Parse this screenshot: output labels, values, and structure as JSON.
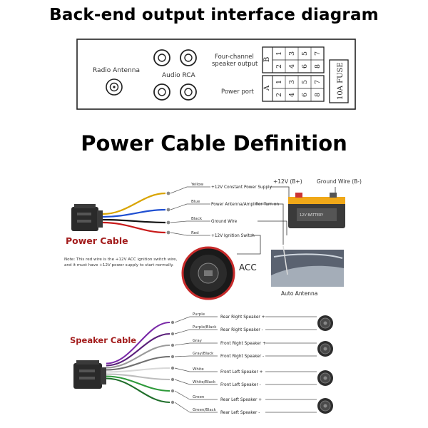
{
  "titles": {
    "top": "Back-end output interface diagram",
    "middle": "Power Cable Definition"
  },
  "interface": {
    "radio_antenna": "Radio Antenna",
    "audio_rca": "Audio RCA",
    "four_channel_line1": "Four-channel",
    "four_channel_line2": "speaker output",
    "power_port": "Power port",
    "block_b_label": "B",
    "block_a_label": "A",
    "block_b_pins_top": [
      "1",
      "3",
      "5",
      "7"
    ],
    "block_b_pins_bottom": [
      "2",
      "4",
      "6",
      "8"
    ],
    "block_a_pins_top": [
      "1",
      "3",
      "5",
      "7"
    ],
    "block_a_pins_bottom": [
      "2",
      "4",
      "6",
      "8"
    ],
    "fuse_label": "10A FUSE"
  },
  "power_cable": {
    "label": "Power Cable",
    "wires": [
      {
        "color_name": "Yellow",
        "function": "+12V Constant Power Supply",
        "color": "#d9a400"
      },
      {
        "color_name": "Blue",
        "function": "Power Antenna/Amplifier Turn on",
        "color": "#1f4fd1"
      },
      {
        "color_name": "Black",
        "function": "Ground Wire",
        "color": "#111111"
      },
      {
        "color_name": "Red",
        "function": "+12V Ignition Switch",
        "color": "#c81a1a"
      }
    ],
    "note_line1": "Note: This red wire is the +12V ACC ignition switch wire,",
    "note_line2": "and it must have +12V power supply to start normally.",
    "battery_plus": "+12V (B+)",
    "ground_wire": "Ground Wire (B-)",
    "acc": "ACC",
    "auto_antenna": "Auto Antenna"
  },
  "speaker_cable": {
    "label": "Speaker Cable",
    "wires": [
      {
        "color_name": "Purple",
        "function": "Rear Right Speaker +",
        "color": "#7a2aa8"
      },
      {
        "color_name": "Purple/Black",
        "function": "Rear Right Speaker -",
        "color": "#5a1f7a"
      },
      {
        "color_name": "Gray",
        "function": "Front Right Speaker +",
        "color": "#9a9a9a"
      },
      {
        "color_name": "Gray/Black",
        "function": "Front Right Speaker -",
        "color": "#6f6f6f"
      },
      {
        "color_name": "White",
        "function": "Front Left Speaker +",
        "color": "#d8d8d8"
      },
      {
        "color_name": "White/Black",
        "function": "Front Left Speaker -",
        "color": "#bdbdbd"
      },
      {
        "color_name": "Green",
        "function": "Rear Left Speaker +",
        "color": "#2e9a3a"
      },
      {
        "color_name": "Green/Black",
        "function": "Rear Left Speaker -",
        "color": "#1f6e2a"
      }
    ]
  }
}
